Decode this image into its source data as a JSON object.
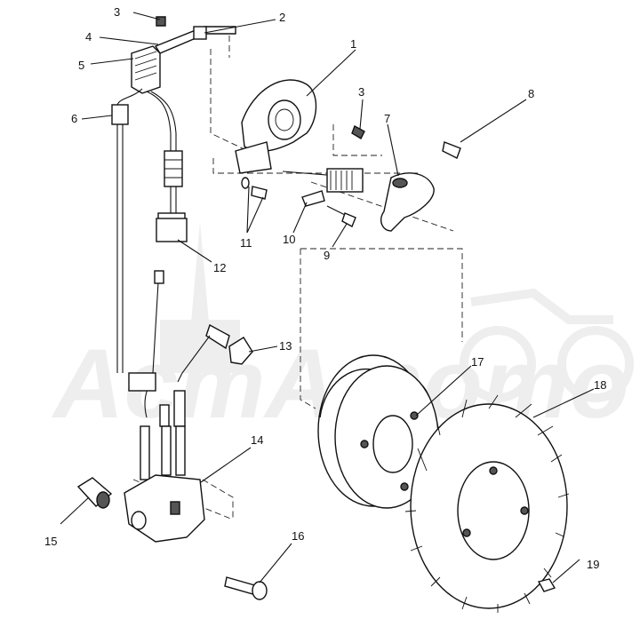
{
  "watermark": "AcmAmomo",
  "callouts": [
    "1",
    "2",
    "3",
    "3",
    "4",
    "5",
    "6",
    "7",
    "8",
    "9",
    "10",
    "11",
    "12",
    "13",
    "14",
    "15",
    "16",
    "17",
    "18",
    "19"
  ]
}
